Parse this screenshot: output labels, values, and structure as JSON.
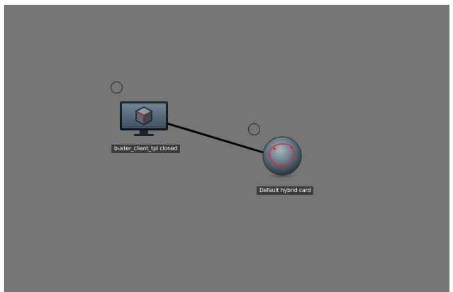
{
  "topology": {
    "nodes": [
      {
        "id": "node-1",
        "label": "buster_client_tpl cloned",
        "type": "vm",
        "icon": "monitor-cube-icon"
      },
      {
        "id": "node-2",
        "label": "Default hybrid card",
        "type": "hybrid-cloud",
        "icon": "globe-icon"
      }
    ],
    "links": [
      {
        "from": "node-1",
        "to": "node-2"
      }
    ]
  },
  "colors": {
    "canvas": "#767676",
    "label_bg": "#383838",
    "label_text": "#ffffff",
    "link": "#000000",
    "accent": "#e0242f"
  }
}
